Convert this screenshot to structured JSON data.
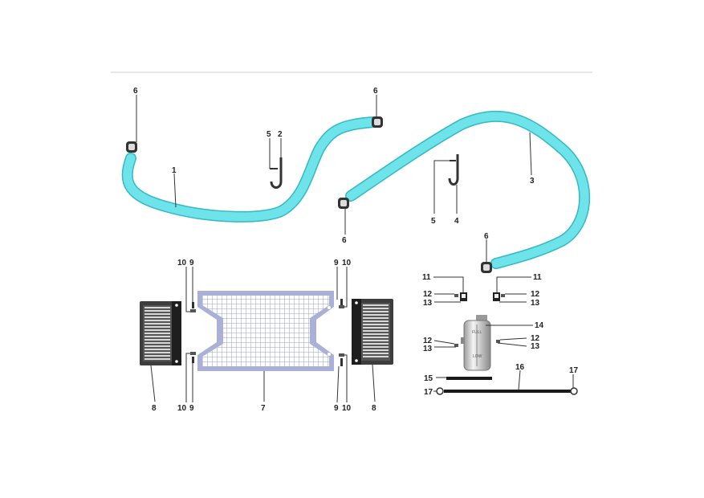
{
  "colors": {
    "hose": "#6ee3ea",
    "hose_edge": "#33b9c4",
    "divider": "#cccccc",
    "metal": "#333333",
    "radiator_frame": "#aab0d6",
    "fin_dark": "#4a4a4a",
    "tank": "#d9d9d9"
  },
  "callouts": {
    "c1": "1",
    "c2": "2",
    "c3": "3",
    "c4": "4",
    "c5a": "5",
    "c5b": "5",
    "c6a": "6",
    "c6b": "6",
    "c6c": "6",
    "c6d": "6",
    "c7": "7",
    "c8a": "8",
    "c8b": "8",
    "c9a": "9",
    "c9b": "9",
    "c9c": "9",
    "c9d": "9",
    "c10a": "10",
    "c10b": "10",
    "c10c": "10",
    "c10d": "10",
    "c11a": "11",
    "c11b": "11",
    "c12a": "12",
    "c12b": "12",
    "c12c": "12",
    "c12d": "12",
    "c13a": "13",
    "c13b": "13",
    "c13c": "13",
    "c13d": "13",
    "c14": "14",
    "c15": "15",
    "c16": "16",
    "c17a": "17",
    "c17b": "17"
  },
  "tank_labels": {
    "full": "FULL",
    "low": "LOW"
  }
}
